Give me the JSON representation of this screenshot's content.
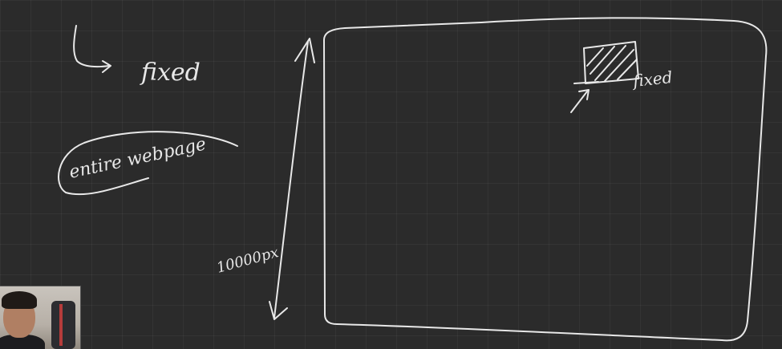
{
  "annotations": {
    "fixed_top": "fixed",
    "entire_webpage": "entire webpage",
    "fixed_box": "fixed",
    "height_label": "10000px"
  },
  "colors": {
    "board": "#2b2b2b",
    "ink": "#e8e8e8"
  },
  "icons": {
    "webcam": "presenter-webcam"
  }
}
